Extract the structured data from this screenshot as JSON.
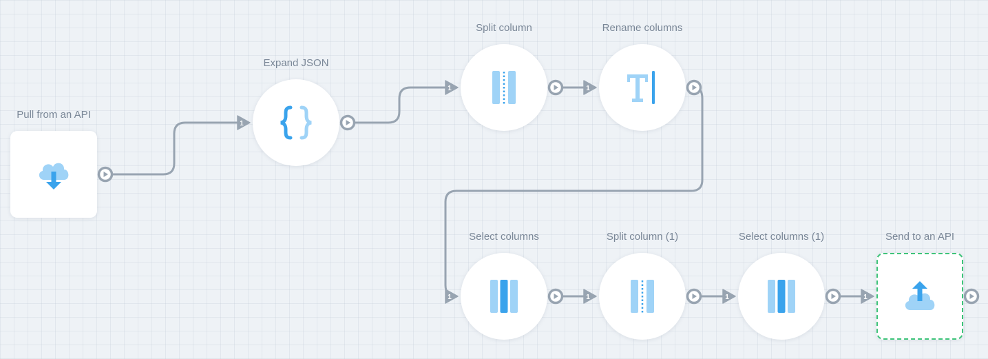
{
  "nodes": [
    {
      "id": "pull",
      "label": "Pull from an API",
      "icon": "cloud-download-icon",
      "shape": "square"
    },
    {
      "id": "expand",
      "label": "Expand JSON",
      "icon": "curly-braces-icon",
      "shape": "circle"
    },
    {
      "id": "split1",
      "label": "Split column",
      "icon": "split-column-icon",
      "shape": "circle"
    },
    {
      "id": "rename",
      "label": "Rename columns",
      "icon": "text-cursor-icon",
      "shape": "circle"
    },
    {
      "id": "select1",
      "label": "Select columns",
      "icon": "select-columns-icon",
      "shape": "circle"
    },
    {
      "id": "split2",
      "label": "Split column (1)",
      "icon": "split-column-icon",
      "shape": "circle"
    },
    {
      "id": "select2",
      "label": "Select columns (1)",
      "icon": "select-columns-icon",
      "shape": "circle"
    },
    {
      "id": "send",
      "label": "Send to an API",
      "icon": "cloud-upload-icon",
      "shape": "square",
      "selected": true
    }
  ],
  "edges": [
    {
      "from": "pull",
      "to": "expand"
    },
    {
      "from": "expand",
      "to": "split1"
    },
    {
      "from": "split1",
      "to": "rename"
    },
    {
      "from": "rename",
      "to": "select1"
    },
    {
      "from": "select1",
      "to": "split2"
    },
    {
      "from": "split2",
      "to": "select2"
    },
    {
      "from": "select2",
      "to": "send"
    }
  ],
  "input_port_label": "1",
  "colors": {
    "icon_light": "#9fd3f7",
    "icon_dark": "#3aa3ec",
    "connector": "#98a4b1",
    "label": "#7a8797",
    "selection": "#3ec47a"
  }
}
